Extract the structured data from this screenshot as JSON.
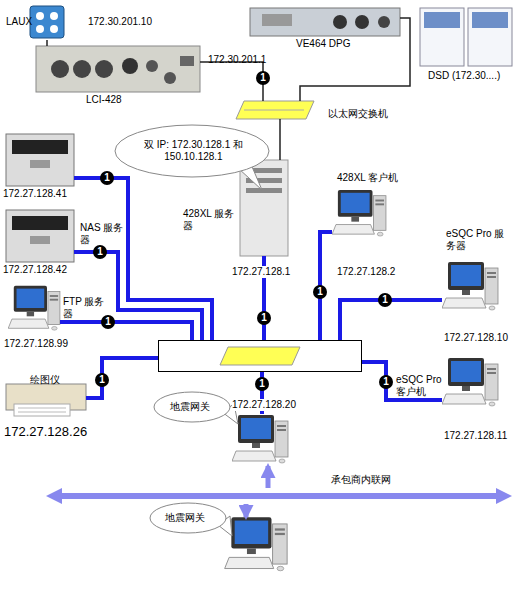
{
  "diagram": {
    "nodes": [
      {
        "text": [
          "LAUX",
          "172.30.201.10"
        ]
      },
      {
        "text": [
          "172.30.201.1",
          "LCI-428"
        ]
      },
      {
        "text": [
          "VE464 DPG"
        ]
      },
      {
        "text": [
          "DSD (172.30....)"
        ]
      },
      {
        "text": [
          "以太网交换机"
        ]
      },
      {
        "text": [
          "双 IP: 172.30.128.1 和 150.10.128.1",
          "428XL 服务器",
          "172.27.128.1"
        ]
      },
      {
        "text": [
          "172.27.128.41"
        ]
      },
      {
        "text": [
          "172.27.128.42"
        ]
      },
      {
        "text": [
          "428XL 客户机",
          "172.27.128.2"
        ]
      },
      {
        "text": [
          "FTP 服务器",
          "172.27.128.99"
        ]
      },
      {
        "text": [
          "eSQC Pro 服务器",
          "172.27.128.10"
        ]
      },
      {
        "text": []
      },
      {
        "text": [
          "eSQC Pro 客户机",
          "172.27.128.11"
        ]
      },
      {
        "text": [
          "绘图仪",
          "172.27.128.26"
        ]
      },
      {
        "text": [
          "地震网关",
          "172.27.128.20"
        ]
      },
      {
        "text": [
          "承包商内联网"
        ]
      },
      {
        "text": [
          "地震网关"
        ]
      }
    ],
    "edges": [
      {
        "from": 0,
        "to": 1,
        "arrow": "none"
      },
      {
        "from": 1,
        "to": 4,
        "label": "1",
        "arrow": "none"
      },
      {
        "from": 2,
        "to": 4,
        "arrow": "none"
      },
      {
        "from": 5,
        "to": 4,
        "arrow": "none"
      },
      {
        "from": 6,
        "to": 11,
        "label": "1",
        "arrow": "none"
      },
      {
        "from": 7,
        "to": 11,
        "label": "1",
        "arrow": "none"
      },
      {
        "from": 9,
        "to": 11,
        "label": "1",
        "arrow": "none"
      },
      {
        "from": 13,
        "to": 11,
        "label": "1",
        "arrow": "none"
      },
      {
        "from": 5,
        "to": 11,
        "label": "1",
        "arrow": "none"
      },
      {
        "from": 8,
        "to": 11,
        "label": "1",
        "arrow": "none"
      },
      {
        "from": 10,
        "to": 11,
        "label": "1",
        "arrow": "none"
      },
      {
        "from": 12,
        "to": 11,
        "label": "1",
        "arrow": "none"
      },
      {
        "from": 14,
        "to": 11,
        "label": "1",
        "arrow": "none"
      },
      {
        "from": 15,
        "to": 14,
        "arrow": "to"
      },
      {
        "from": 15,
        "to": 16,
        "arrow": "to"
      }
    ],
    "labels": [
      "NAS 服务器"
    ]
  }
}
